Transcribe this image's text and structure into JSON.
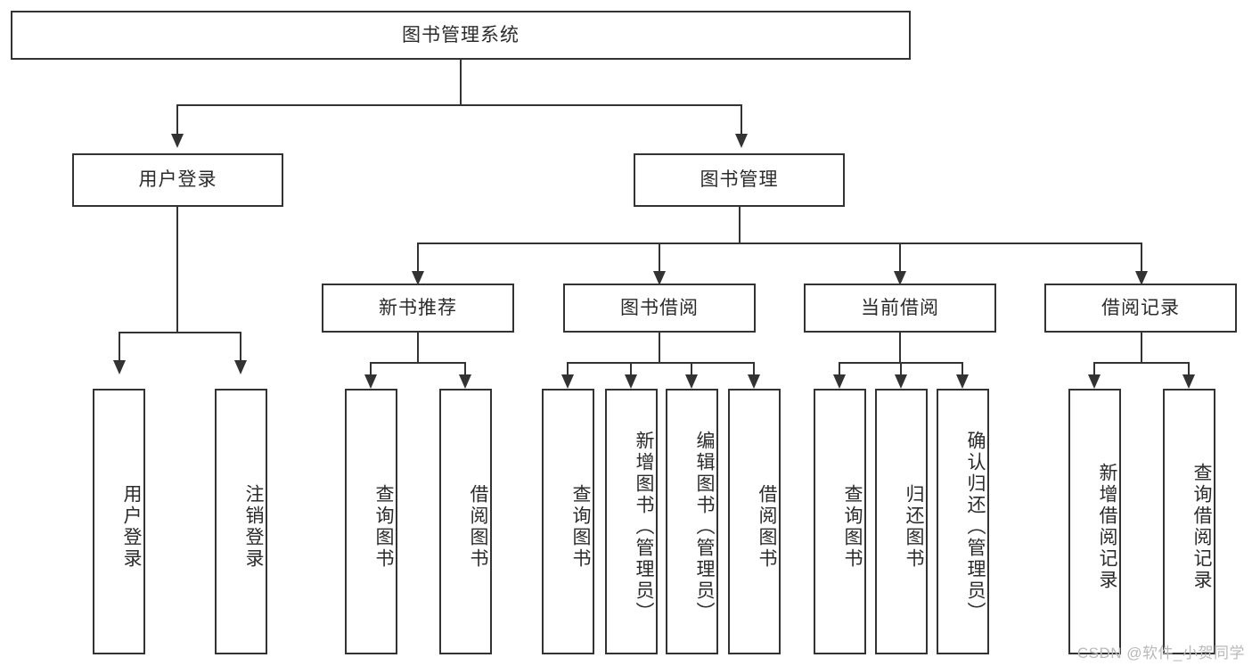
{
  "diagram": {
    "title": "图书管理系统",
    "type": "tree",
    "watermark": "CSDN @软件_小贺同学",
    "line_color": "#333333",
    "box_fill": "#ffffff",
    "text_color": "#2b2b2b"
  },
  "root": {
    "label": "图书管理系统"
  },
  "level2": [
    {
      "label": "用户登录"
    },
    {
      "label": "图书管理"
    }
  ],
  "level3": [
    {
      "label": "新书推荐"
    },
    {
      "label": "图书借阅"
    },
    {
      "label": "当前借阅"
    },
    {
      "label": "借阅记录"
    }
  ],
  "leaves": {
    "user_login": [
      {
        "label": "用户登录"
      },
      {
        "label": "注销登录"
      }
    ],
    "new_book_recommend": [
      {
        "label": "查询图书"
      },
      {
        "label": "借阅图书"
      }
    ],
    "book_borrow": [
      {
        "label": "查询图书"
      },
      {
        "label": "新增图书（管理员）"
      },
      {
        "label": "编辑图书（管理员）"
      },
      {
        "label": "借阅图书"
      }
    ],
    "current_borrow": [
      {
        "label": "查询图书"
      },
      {
        "label": "归还图书"
      },
      {
        "label": "确认归还（管理员）"
      }
    ],
    "borrow_record": [
      {
        "label": "新增借阅记录"
      },
      {
        "label": "查询借阅记录"
      }
    ]
  }
}
